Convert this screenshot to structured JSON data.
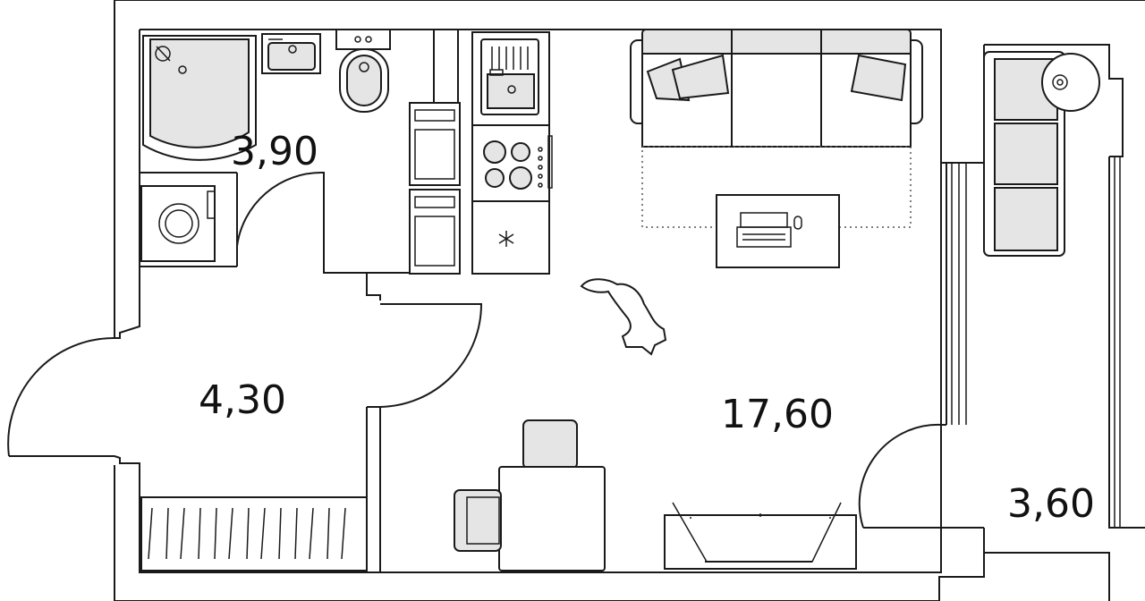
{
  "rooms": [
    {
      "id": "bathroom",
      "area": "3,90"
    },
    {
      "id": "hallway",
      "area": "4,30"
    },
    {
      "id": "living",
      "area": "17,60"
    },
    {
      "id": "balcony",
      "area": "3,60"
    }
  ]
}
